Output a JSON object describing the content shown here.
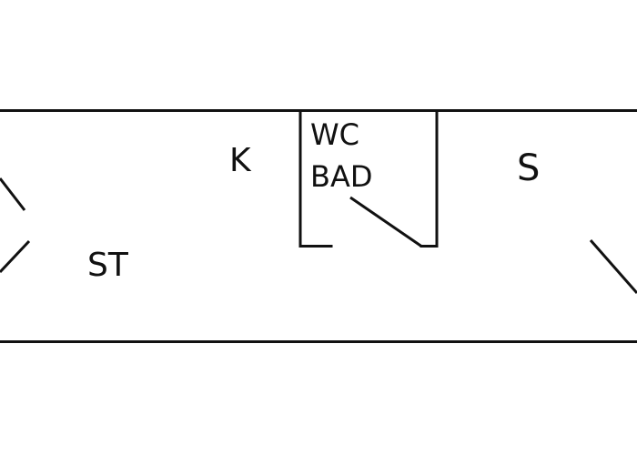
{
  "rooms": {
    "kitchen": "K",
    "wc_line1": "WC",
    "wc_line2": "BAD",
    "bedroom": "S",
    "living": "ST"
  }
}
